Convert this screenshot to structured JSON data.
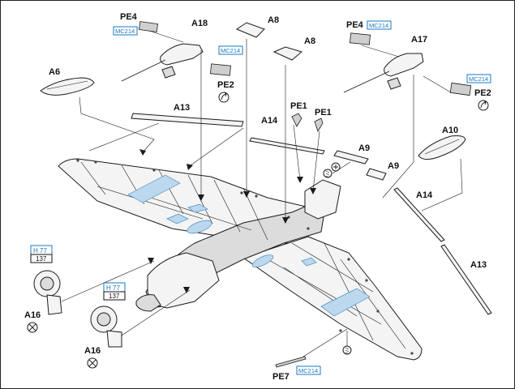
{
  "labels": {
    "pe4_left": "PE4",
    "mc_left_top": "MC214",
    "a18": "A18",
    "mc_a18": "MC214",
    "pe2_left": "PE2",
    "a8_top": "A8",
    "a8_mid": "A8",
    "pe4_right": "PE4",
    "mc_pe4_right": "MC214",
    "a17": "A17",
    "mc_a17": "MC214",
    "pe2_right": "PE2",
    "a6": "A6",
    "a13_top": "A13",
    "a14_top": "A14",
    "pe1_left": "PE1",
    "pe1_right": "PE1",
    "a9_top": "A9",
    "a9_mid": "A9",
    "a10": "A10",
    "a14_right": "A14",
    "a13_right": "A13",
    "paint_code_1": "H 77",
    "paint_num_1": "137",
    "paint_code_2": "H 77",
    "paint_num_2": "137",
    "a16_left": "A16",
    "a16_bottom": "A16",
    "pe7": "PE7",
    "mc_pe7": "MC214"
  },
  "icons": {
    "bend": "bend-arrow-icon",
    "remove": "remove-cut-icon",
    "drill": "drill-hole-icon"
  },
  "colors": {
    "highlight": "#bcd8ee",
    "paint_code": "#1a78c2",
    "line": "#1b1b1b"
  }
}
